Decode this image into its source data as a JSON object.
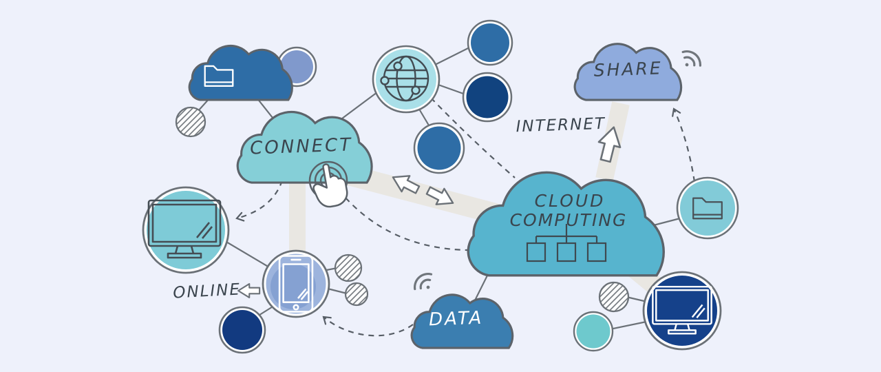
{
  "scene": {
    "type": "hand-drawn cloud computing concept illustration",
    "topic": "cloud computing network"
  },
  "labels": {
    "connect": "CONNECT",
    "cloud_computing_line1": "CLOUD",
    "cloud_computing_line2": "COMPUTING",
    "share": "SHARE",
    "data": "DATA",
    "internet": "INTERNET",
    "online": "ONLINE"
  },
  "colors": {
    "background": "#eef1fb",
    "band": "#e9e7e2",
    "outline": "#6b7177",
    "ink": "#3a444d",
    "folder_cloud": "#2e6da6",
    "connect_cloud": "#85cfd7",
    "share_cloud": "#8fabdd",
    "cloud_computing_cloud": "#57b4ce",
    "data_cloud": "#3b7eb0",
    "globe_circle": "#a9dfe8",
    "steel_circle": "#2e6da6",
    "navy_circle": "#11437f",
    "periwinkle_circle": "#8099cc",
    "monitor_circle": "#7ecbd7",
    "phone_circle": "#9db4dd",
    "phone_circle_inner": "#7e9bce",
    "bottom_navy_circle": "#123a80",
    "monitor_navy_circle": "#15418a",
    "teal_circle": "#6ec9cd",
    "folder_circle": "#82cbd8",
    "data_text": "#ffffff"
  },
  "icons": {
    "folder_on_cloud": "folder-icon",
    "folder_on_circle": "folder-icon",
    "globe": "globe-network-icon",
    "touch": "touch-gesture-icon",
    "monitor_left": "monitor-icon",
    "monitor_right": "monitor-icon",
    "smartphone": "smartphone-icon",
    "wifi_share": "wifi-signal-icon",
    "wifi_data": "wifi-signal-icon",
    "network_tree": "network-tree-icon",
    "arrow_up": "arrow-up-outline-icon",
    "arrow_left": "arrow-left-outline-icon",
    "arrow_double": "double-arrow-outline-icon"
  }
}
